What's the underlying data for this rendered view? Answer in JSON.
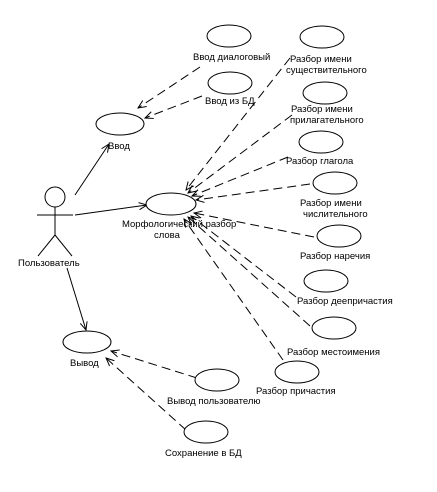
{
  "actor": {
    "label": "Пользователь"
  },
  "use_cases": {
    "vvod_dialog": "Ввод диалоговый",
    "vvod_bd": "Ввод из БД",
    "vvod": "Ввод",
    "morph": [
      "Морфологический разбор",
      "слова"
    ],
    "noun": [
      "Разбор имени",
      "существительного"
    ],
    "adj": [
      "Разбор имени",
      "прилагательного"
    ],
    "verb": "Разбор глагола",
    "numeral": [
      "Разбор имени",
      "числительного"
    ],
    "adverb": "Разбор наречия",
    "gerund": "Разбор деепричастия",
    "pronoun": "Разбор местоимения",
    "participle": "Разбор причастия",
    "vyvod": "Вывод",
    "vyvod_user": "Вывод пользователю",
    "save_bd": "Сохранение в БД"
  }
}
